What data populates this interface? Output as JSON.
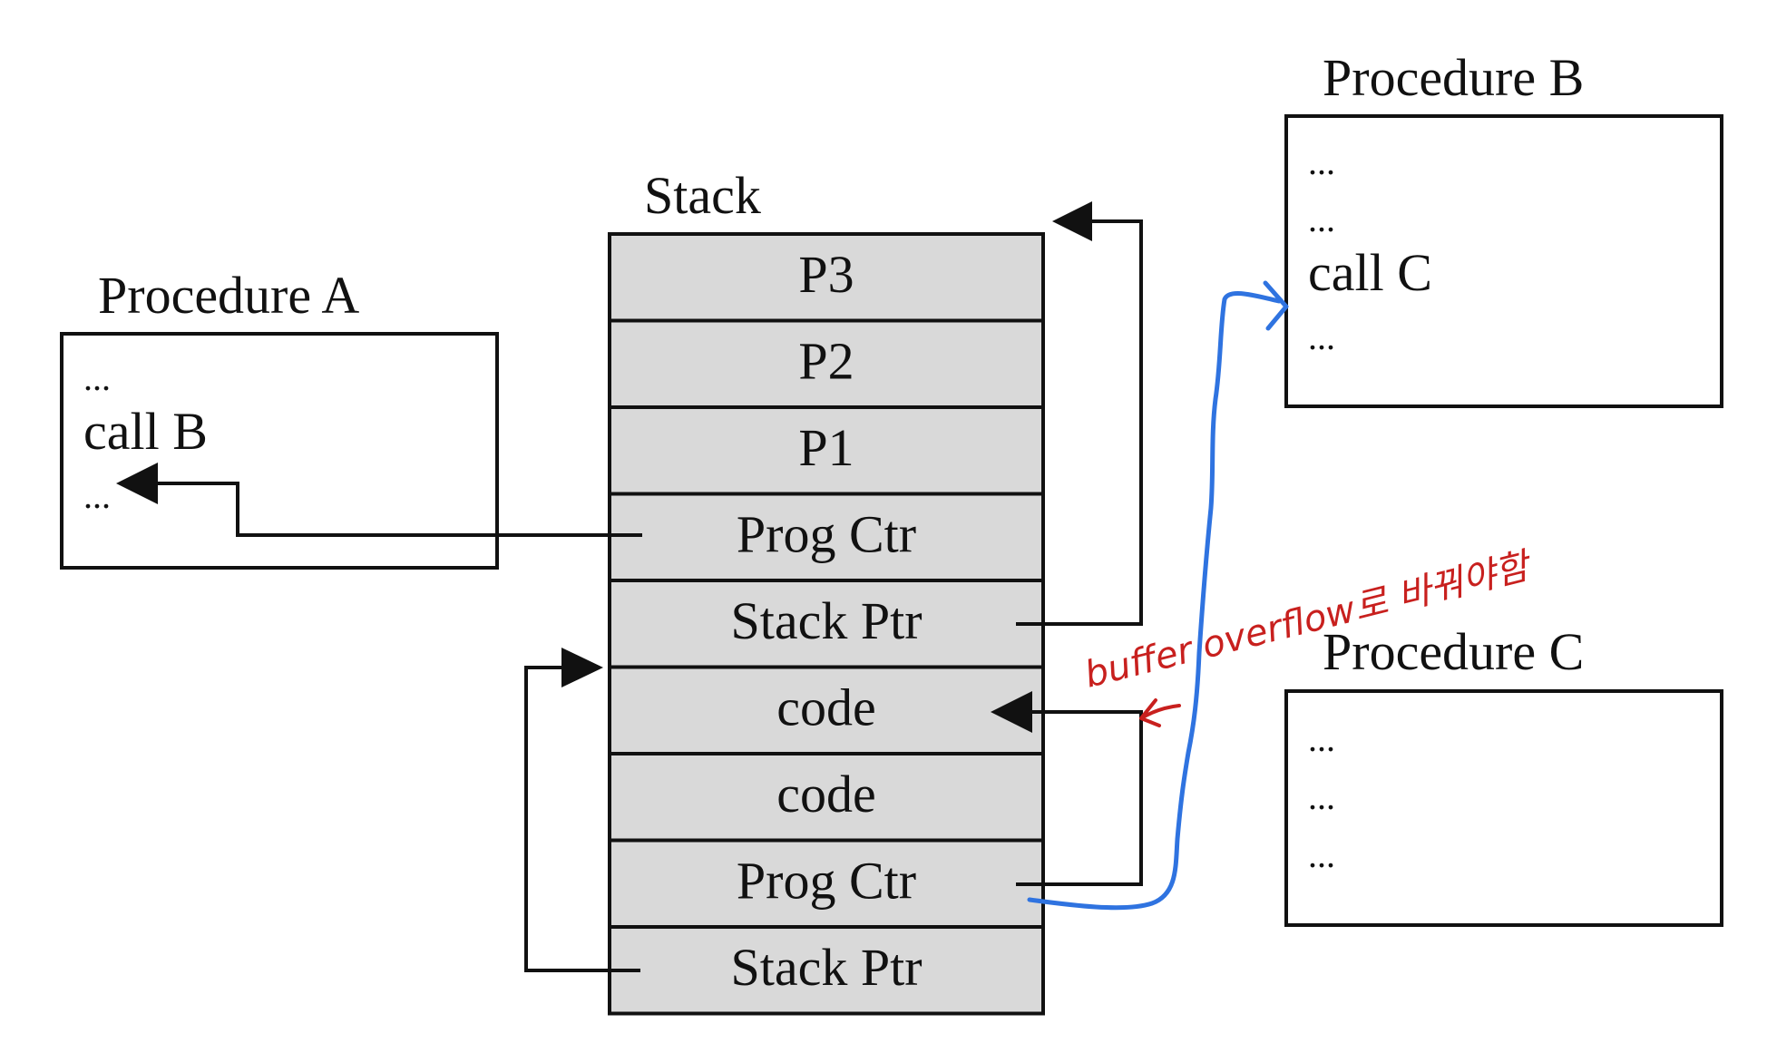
{
  "stack": {
    "title": "Stack",
    "cells": [
      "P3",
      "P2",
      "P1",
      "Prog Ctr",
      "Stack Ptr",
      "code",
      "code",
      "Prog Ctr",
      "Stack Ptr"
    ]
  },
  "procedure_a": {
    "title": "Procedure A",
    "lines": [
      "...",
      "call B",
      "..."
    ]
  },
  "procedure_b": {
    "title": "Procedure B",
    "lines": [
      "...",
      "...",
      "call C",
      "..."
    ]
  },
  "procedure_c": {
    "title": "Procedure C",
    "lines": [
      "...",
      "...",
      "..."
    ]
  },
  "annotation": {
    "text": "buffer overflow로 바꿔야함",
    "color": "#c8201e",
    "redirect_color": "#2f73e0"
  }
}
